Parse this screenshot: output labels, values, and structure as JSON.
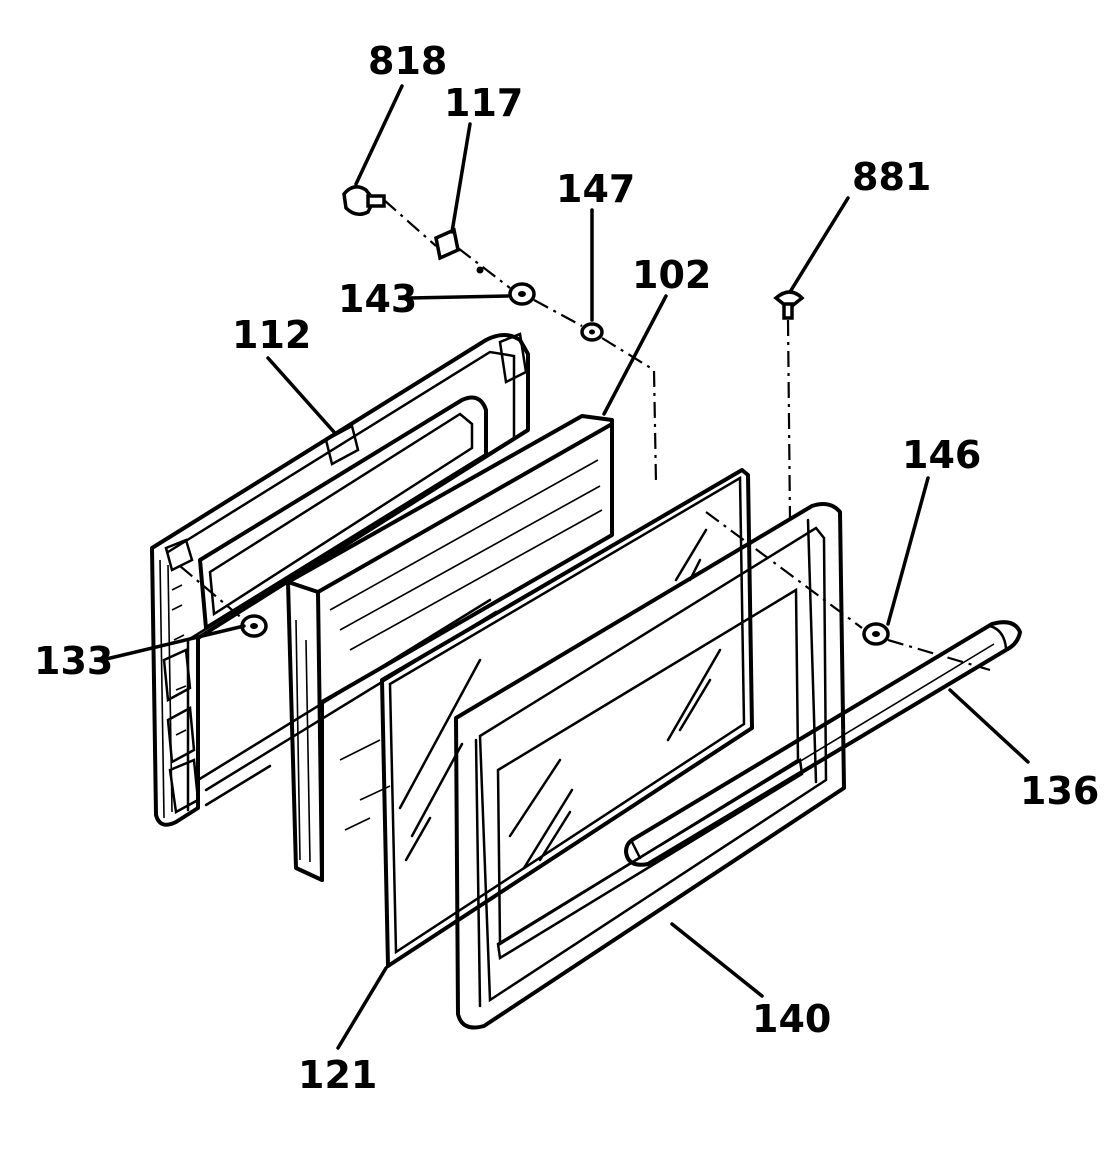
{
  "callouts": {
    "c818": "818",
    "c117": "117",
    "c147": "147",
    "c881": "881",
    "c143": "143",
    "c102": "102",
    "c112": "112",
    "c146": "146",
    "c133": "133",
    "c136": "136",
    "c140": "140",
    "c121": "121"
  }
}
